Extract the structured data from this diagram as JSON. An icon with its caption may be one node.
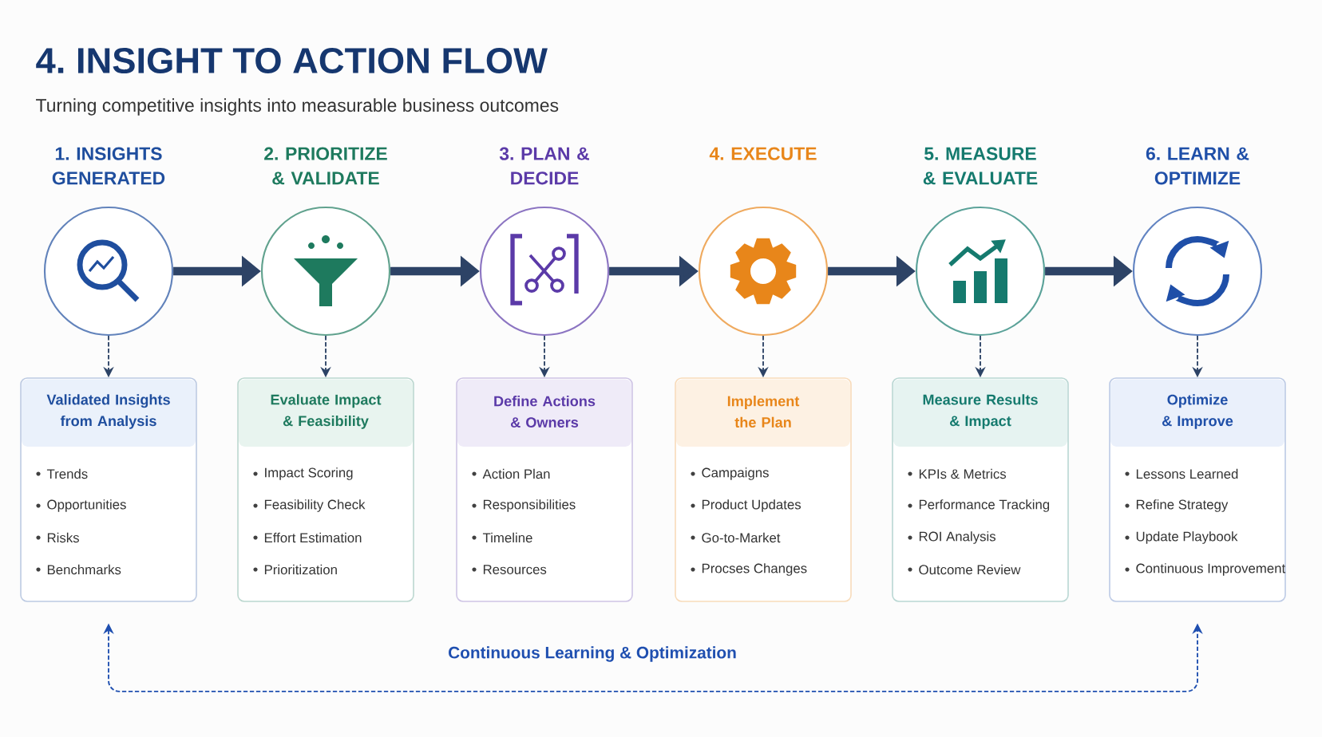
{
  "diagram": {
    "title": "4. INSIGHT TO ACTION FLOW",
    "caption": "Turning competitive insights into measurable business outcomes",
    "nodes": [
      {
        "text": [
          "1. INSIGHTS GENERATED"
        ]
      },
      {
        "text": [
          "Validated Insights from Analysis",
          "Trends",
          "Opportunities",
          "Risks",
          "Benchmarks"
        ]
      },
      {
        "text": [
          "2. PRIORITIZE & VALIDATE"
        ]
      },
      {
        "text": [
          "Evaluate Impact & Feasibility",
          "Impact Scoring",
          "Feasibility Check",
          "Effort Estimation",
          "Prioritization"
        ]
      },
      {
        "text": [
          "3. PLAN & DECIDE"
        ]
      },
      {
        "text": [
          "Define Actions & Owners",
          "Action Plan",
          "Responsibilities",
          "Timeline",
          "Resources"
        ]
      },
      {
        "text": [
          "4. EXECUTE"
        ]
      },
      {
        "text": [
          "Implement the Plan",
          "Campaigns",
          "Product Updates",
          "Go-to-Market",
          "Procses Changes"
        ]
      },
      {
        "text": [
          "5. MEASURE & EVALUATE"
        ]
      },
      {
        "text": [
          "Measure Results & Impact",
          "KPIs & Metrics",
          "Performance Tracking",
          "ROI Analysis",
          "Outcome Review"
        ]
      },
      {
        "text": [
          "6. LEARN & OPTIMIZE"
        ]
      },
      {
        "text": [
          "Optimize & Improve",
          "Lessons Learned",
          "Refine Strategy",
          "Update Playbook",
          "Continuous Improvement"
        ]
      }
    ],
    "edges": [
      {
        "from": 0,
        "to": 2,
        "arrow": "to",
        "style": "thick"
      },
      {
        "from": 2,
        "to": 4,
        "arrow": "to",
        "style": "thick"
      },
      {
        "from": 4,
        "to": 6,
        "arrow": "to",
        "style": "thick"
      },
      {
        "from": 6,
        "to": 8,
        "arrow": "to",
        "style": "thick"
      },
      {
        "from": 8,
        "to": 10,
        "arrow": "to",
        "style": "thick"
      },
      {
        "from": 0,
        "to": 1,
        "arrow": "to",
        "style": "dashed"
      },
      {
        "from": 2,
        "to": 3,
        "arrow": "to",
        "style": "dashed"
      },
      {
        "from": 4,
        "to": 5,
        "arrow": "to",
        "style": "dashed"
      },
      {
        "from": 6,
        "to": 7,
        "arrow": "to",
        "style": "dashed"
      },
      {
        "from": 8,
        "to": 9,
        "arrow": "to",
        "style": "dashed"
      },
      {
        "from": 10,
        "to": 11,
        "arrow": "to",
        "style": "dashed"
      },
      {
        "from": 1,
        "to": 11,
        "arrow": "both",
        "style": "dashed",
        "color": "#1f4fb0",
        "label": "Continuous Learning & Optimization"
      }
    ]
  }
}
